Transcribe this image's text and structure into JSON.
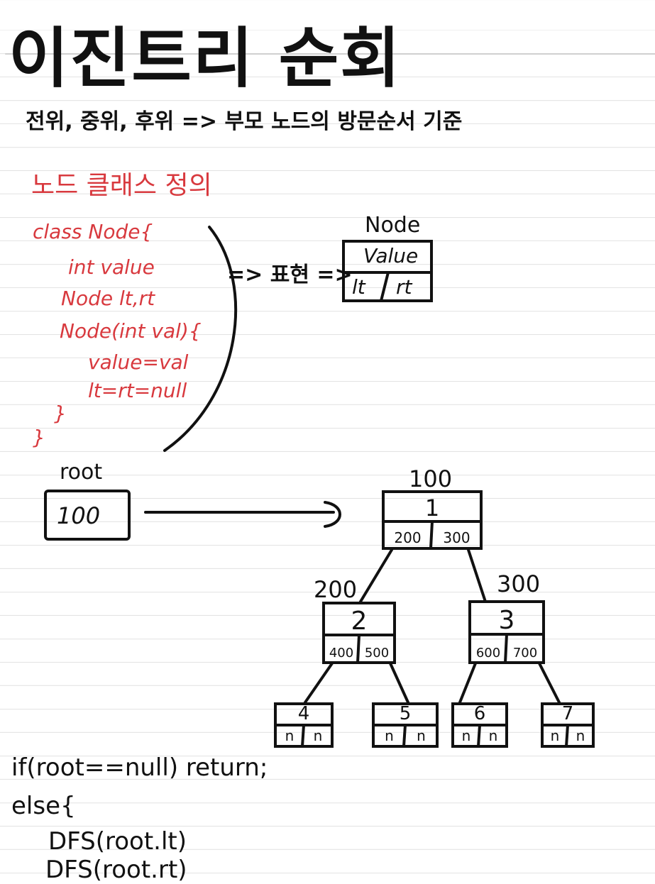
{
  "colors": {
    "ink": "#111111",
    "red_ink": "#d8393e",
    "rule": "#e3e3e3"
  },
  "title": "이진트리 순회",
  "subtitle": "전위, 중위, 후위 => 부모 노드의 방문순서 기준",
  "node_class": {
    "heading": "노드 클래스 정의",
    "code": [
      "class Node{",
      "int value",
      "Node lt,rt",
      "Node(int val){",
      "value=val",
      "lt=rt=null",
      "}",
      "}"
    ]
  },
  "representation": {
    "arrow_label": "=> 표현 =>",
    "node_title": "Node",
    "field_value": "Value",
    "field_lt": "lt",
    "field_rt": "rt"
  },
  "root": {
    "label": "root",
    "value": "100"
  },
  "tree": {
    "nodes": [
      {
        "address": "100",
        "value": "1",
        "lt": "200",
        "rt": "300"
      },
      {
        "address": "200",
        "value": "2",
        "lt": "400",
        "rt": "500"
      },
      {
        "address": "300",
        "value": "3",
        "lt": "600",
        "rt": "700"
      },
      {
        "value": "4",
        "lt": "n",
        "rt": "n"
      },
      {
        "value": "5",
        "lt": "n",
        "rt": "n"
      },
      {
        "value": "6",
        "lt": "n",
        "rt": "n"
      },
      {
        "value": "7",
        "lt": "n",
        "rt": "n"
      }
    ]
  },
  "dfs_code": [
    "if(root==null) return;",
    "else{",
    "DFS(root.lt)",
    "DFS(root.rt)"
  ]
}
